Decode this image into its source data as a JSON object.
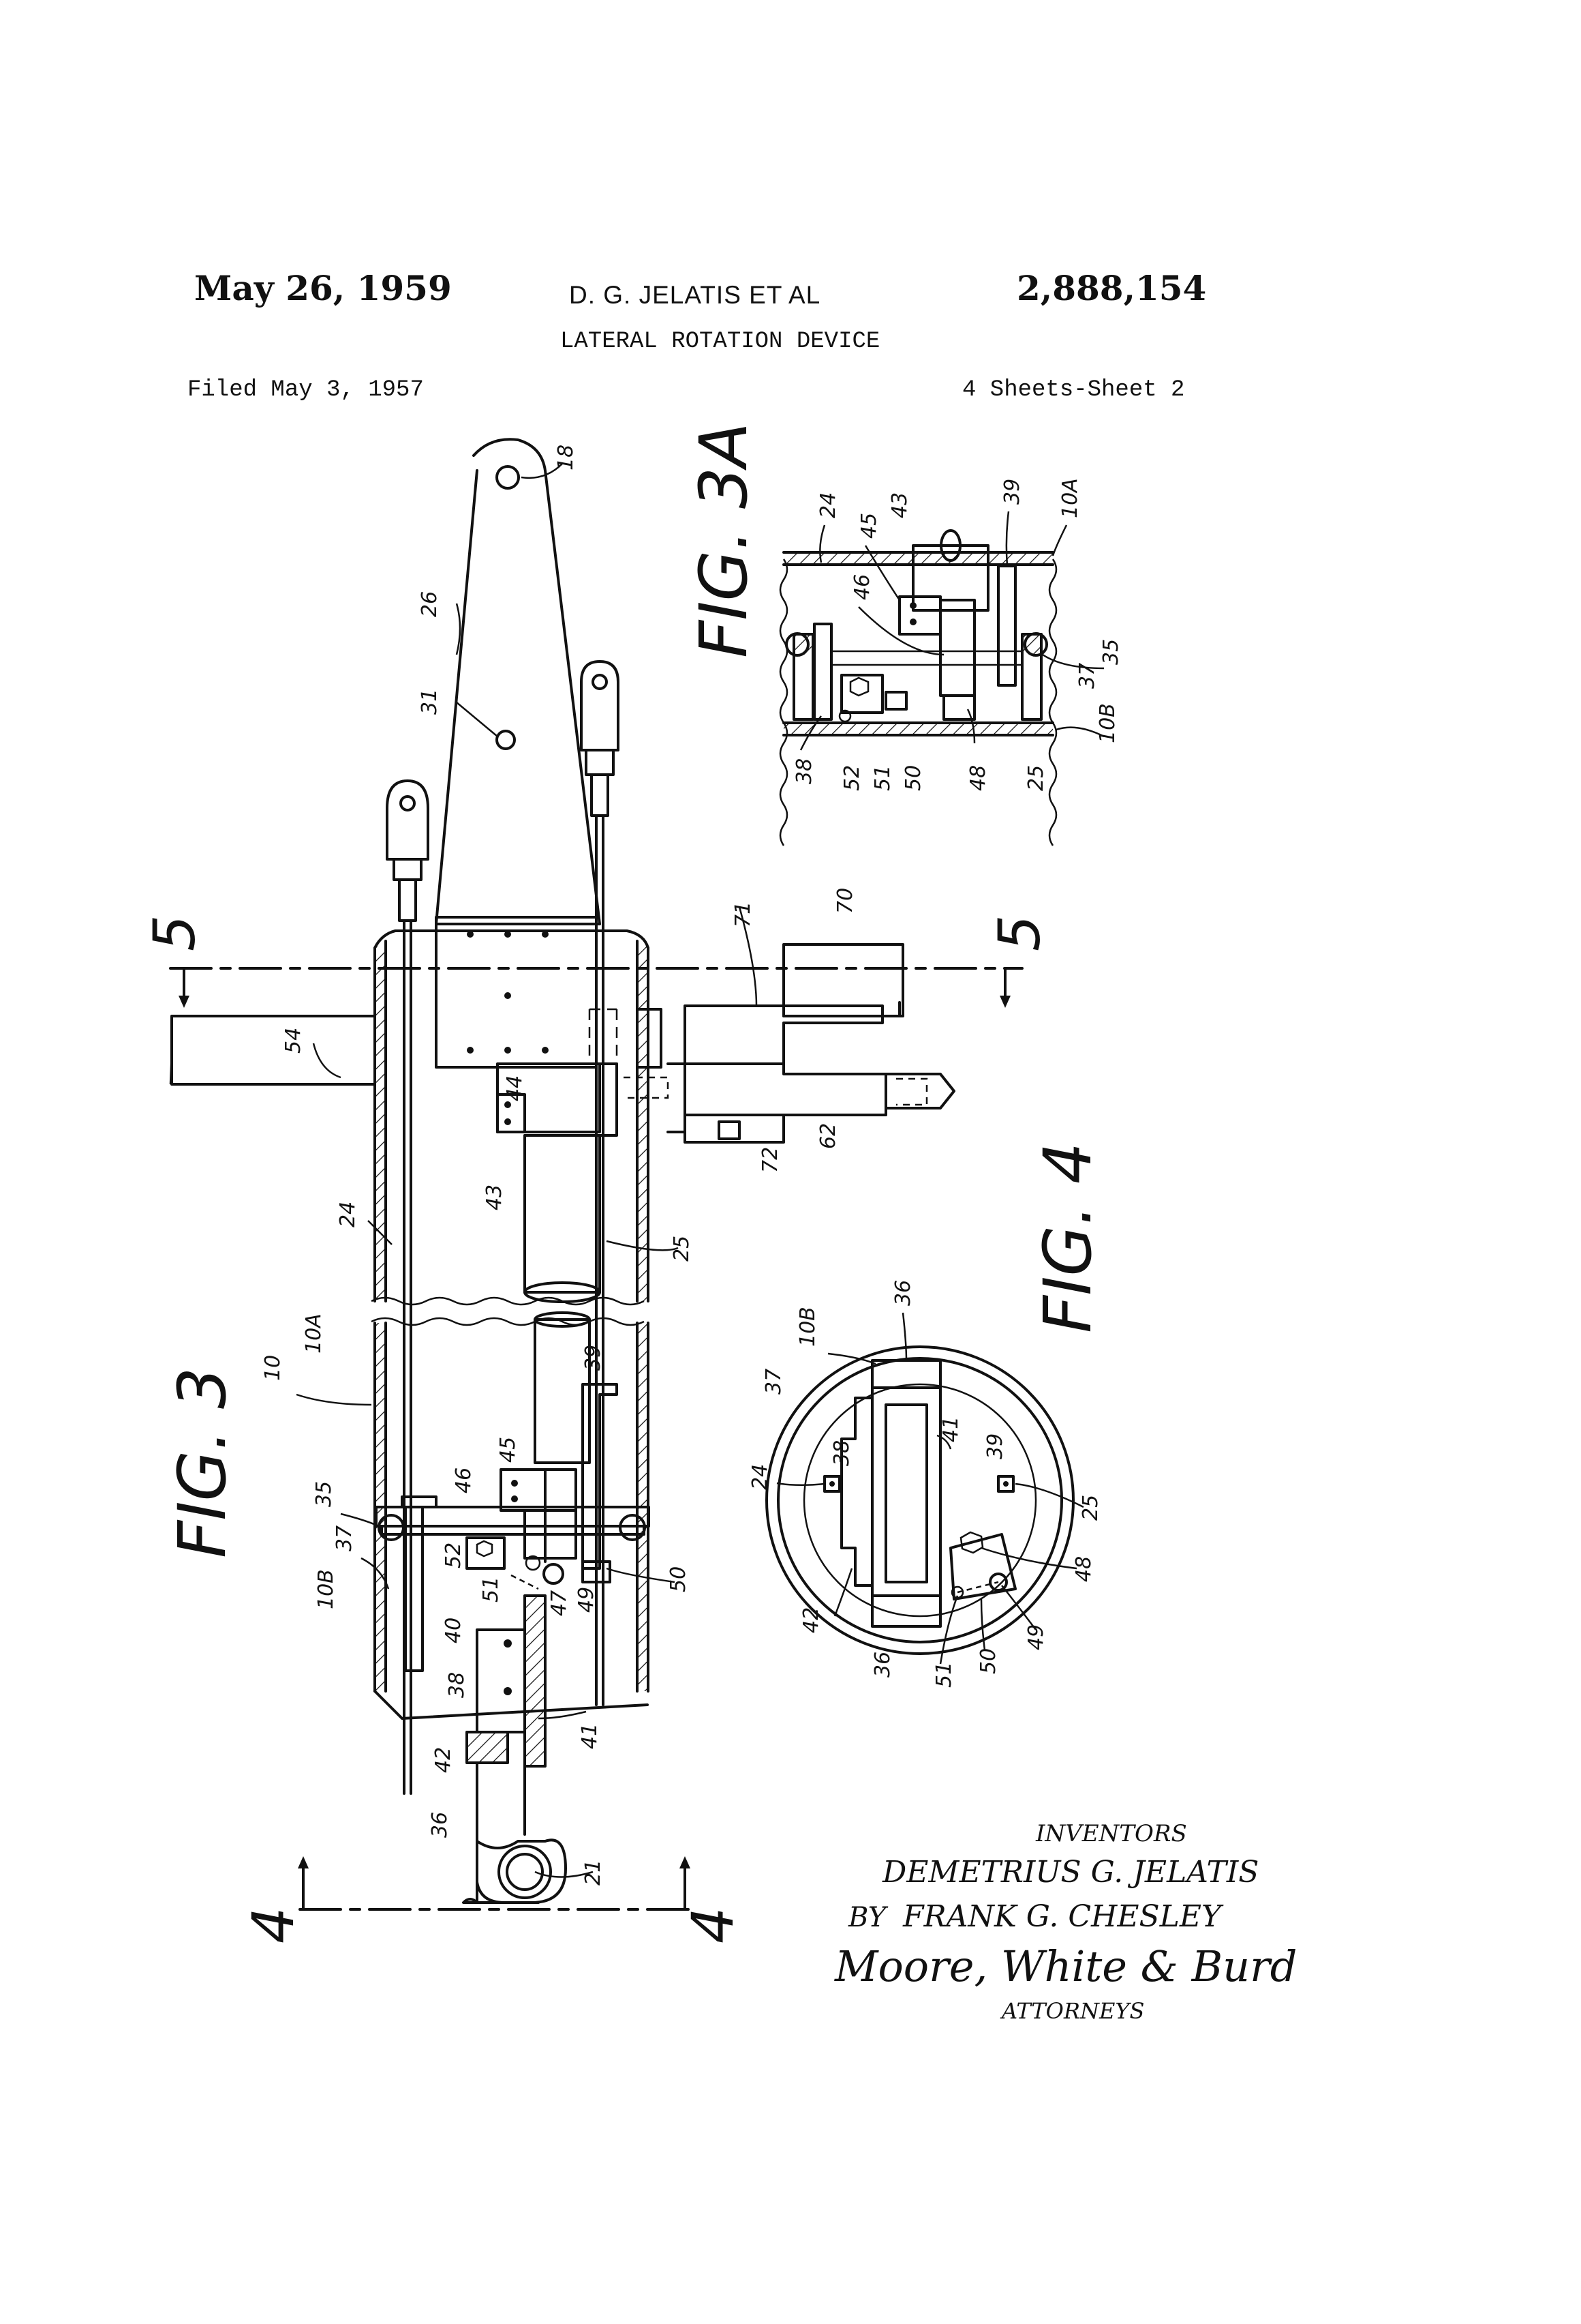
{
  "header": {
    "date": "May 26, 1959",
    "inventor_short": "D. G. JELATIS  ET AL",
    "patent_number": "2,888,154",
    "title": "LATERAL ROTATION DEVICE",
    "filed": "Filed May 3, 1957",
    "sheets": "4 Sheets-Sheet 2"
  },
  "figures": {
    "fig3": "FIG. 3",
    "fig3a": "FIG. 3A",
    "fig4": "FIG. 4",
    "section4": "4",
    "section5": "5"
  },
  "fig3_labels": {
    "l18": "18",
    "l26": "26",
    "l31": "31",
    "l54": "54",
    "l71": "71",
    "l70": "70",
    "l44": "44",
    "l43": "43",
    "l24": "24",
    "l25": "25",
    "l62": "62",
    "l72": "72",
    "l10": "10",
    "l10a": "10A",
    "l39": "39",
    "l35": "35",
    "l37": "37",
    "l10b": "10B",
    "l45": "45",
    "l46": "46",
    "l52": "52",
    "l51": "51",
    "l47": "47",
    "l49": "49",
    "l50": "50",
    "l40": "40",
    "l38": "38",
    "l41": "41",
    "l42": "42",
    "l36": "36",
    "l21": "21"
  },
  "fig3a_labels": {
    "l24": "24",
    "l45": "45",
    "l43": "43",
    "l39": "39",
    "l10a": "10A",
    "l46": "46",
    "l35": "35",
    "l37": "37",
    "l10b": "10B",
    "l38": "38",
    "l52": "52",
    "l51": "51",
    "l50": "50",
    "l48": "48",
    "l25": "25"
  },
  "fig4_labels": {
    "l36t": "36",
    "l10b": "10B",
    "l37": "37",
    "l41": "41",
    "l38": "38",
    "l39": "39",
    "l24": "24",
    "l25": "25",
    "l48": "48",
    "l42": "42",
    "l36b": "36",
    "l51": "51",
    "l50": "50",
    "l49": "49"
  },
  "signature": {
    "inventors_heading": "INVENTORS",
    "inventor1": "DEMETRIUS G. JELATIS",
    "by": "BY",
    "inventor2": "FRANK G. CHESLEY",
    "firm": "Moore, White & Burd",
    "attorneys": "ATTORNEYS"
  }
}
